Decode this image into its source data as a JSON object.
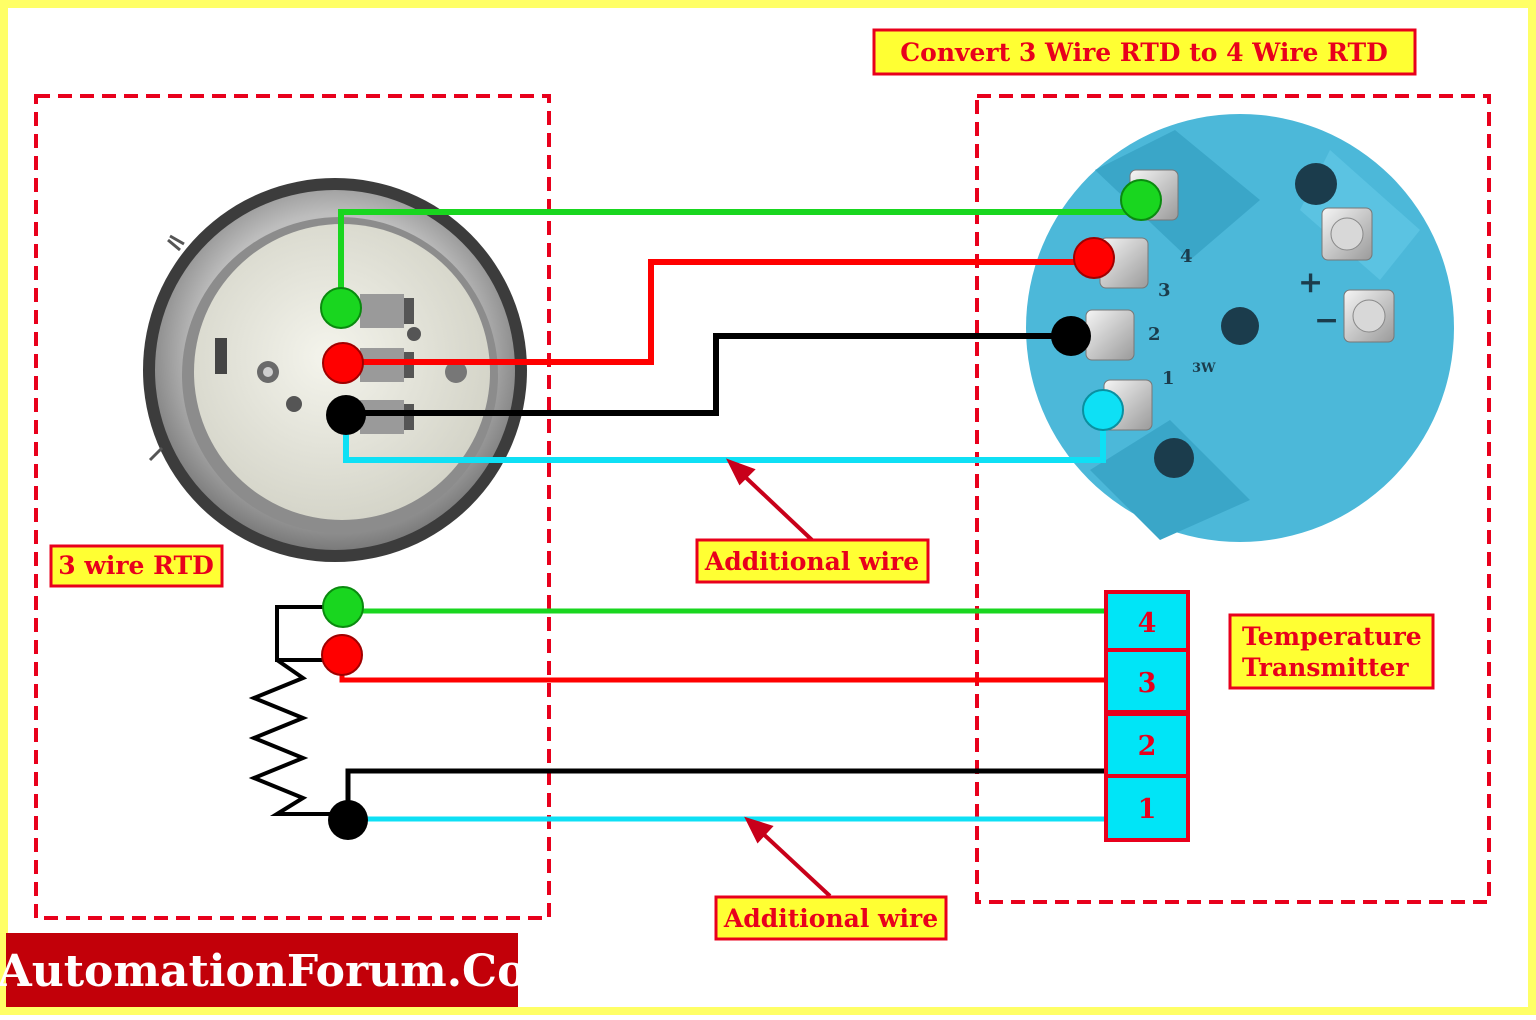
{
  "title": "Convert 3 Wire RTD to 4 Wire RTD",
  "left_box_label": "3 wire RTD",
  "transmitter_label": {
    "line1": "Temperature",
    "line2": "Transmitter"
  },
  "callouts": {
    "upper": "Additional wire",
    "lower": "Additional wire"
  },
  "terminal_block": [
    "4",
    "3",
    "2",
    "1"
  ],
  "head_markings": {
    "t1": "1",
    "t2": "2",
    "t3": "3",
    "t4": "4",
    "plus": "+",
    "minus": "−",
    "three_w": "3W"
  },
  "logo": "AutomationForum.Co",
  "colors": {
    "frame": "#ffff66",
    "dashed_box": "#e8001c",
    "label_fill": "#ffff33",
    "label_text": "#e8001c",
    "wire_green": "#19d61f",
    "wire_red": "#ff0000",
    "wire_black": "#000000",
    "wire_cyan": "#0ee0f5",
    "terminal_fill": "#00e5f7",
    "transmitter_body": "#4cb8d9",
    "logo_bg": "#c20009"
  }
}
